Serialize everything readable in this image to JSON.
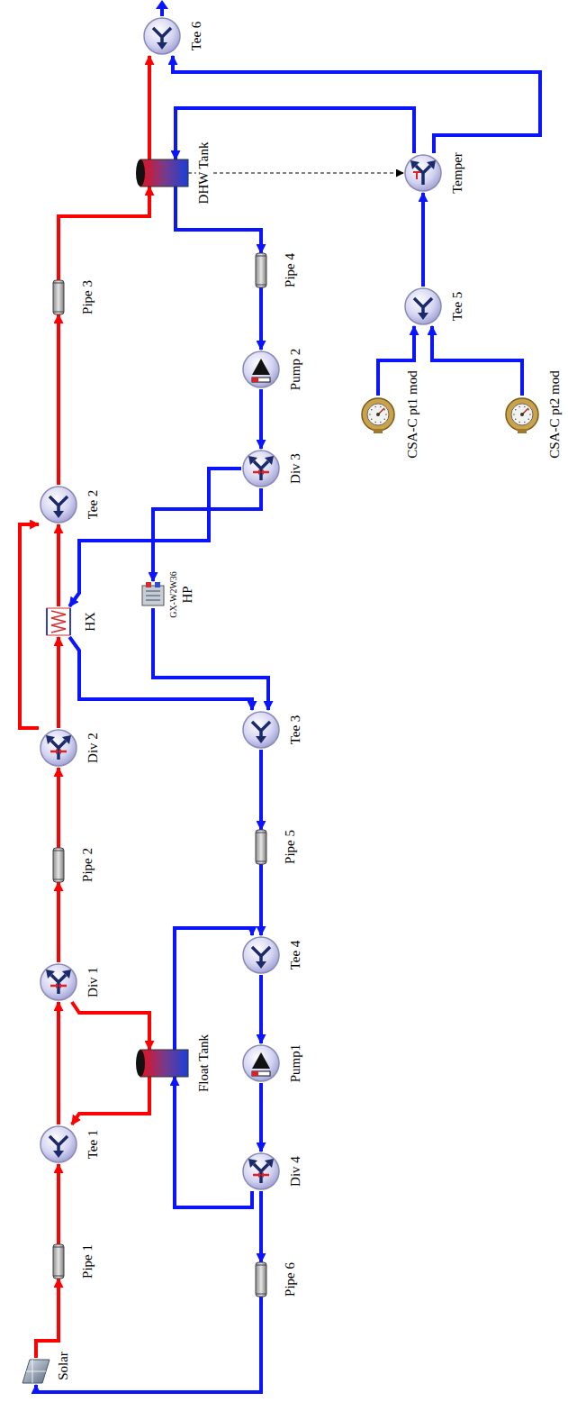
{
  "diagram": {
    "nodes": [
      {
        "text": [
          "Solar"
        ]
      },
      {
        "text": [
          "Pipe 1"
        ]
      },
      {
        "text": [
          "Tee 1"
        ]
      },
      {
        "text": [
          "Div 1"
        ]
      },
      {
        "text": [
          "Float Tank"
        ]
      },
      {
        "text": [
          "Pipe 2"
        ]
      },
      {
        "text": [
          "Div 2"
        ]
      },
      {
        "text": [
          "HX"
        ]
      },
      {
        "text": [
          "Tee 2"
        ]
      },
      {
        "text": [
          "Pipe 3"
        ]
      },
      {
        "text": [
          "DHW Tank"
        ]
      },
      {
        "text": [
          "Tee 6"
        ]
      },
      {
        "text": [
          "Pipe 4"
        ]
      },
      {
        "text": [
          "Pump 2"
        ]
      },
      {
        "text": [
          "Div 3"
        ]
      },
      {
        "text": [
          "GX-W2W36",
          "HP"
        ]
      },
      {
        "text": [
          "Tee 3"
        ]
      },
      {
        "text": [
          "Pipe 5"
        ]
      },
      {
        "text": [
          "Tee 4"
        ]
      },
      {
        "text": [
          "Pump1"
        ]
      },
      {
        "text": [
          "Div 4"
        ]
      },
      {
        "text": [
          "Pipe 6"
        ]
      },
      {
        "text": [
          "Temper"
        ]
      },
      {
        "text": [
          "Tee 5"
        ]
      },
      {
        "text": [
          "CSA-C pt1 mod"
        ]
      },
      {
        "text": [
          "CSA-C pt2 mod"
        ]
      }
    ],
    "edges": [
      {
        "from": 0,
        "to": 1,
        "arrow": "to"
      },
      {
        "from": 1,
        "to": 2,
        "arrow": "to"
      },
      {
        "from": 2,
        "to": 3,
        "arrow": "to"
      },
      {
        "from": 3,
        "to": 4,
        "arrow": "to"
      },
      {
        "from": 4,
        "to": 2,
        "arrow": "to"
      },
      {
        "from": 3,
        "to": 5,
        "arrow": "to"
      },
      {
        "from": 5,
        "to": 6,
        "arrow": "to"
      },
      {
        "from": 6,
        "to": 7,
        "arrow": "to"
      },
      {
        "from": 6,
        "to": 8,
        "arrow": "to"
      },
      {
        "from": 7,
        "to": 8,
        "arrow": "to"
      },
      {
        "from": 8,
        "to": 9,
        "arrow": "to"
      },
      {
        "from": 9,
        "to": 10,
        "arrow": "to"
      },
      {
        "from": 10,
        "to": 11,
        "arrow": "to"
      },
      {
        "from": 10,
        "to": 12,
        "arrow": "to"
      },
      {
        "from": 12,
        "to": 13,
        "arrow": "to"
      },
      {
        "from": 13,
        "to": 14,
        "arrow": "to"
      },
      {
        "from": 14,
        "to": 7,
        "arrow": "to"
      },
      {
        "from": 14,
        "to": 15,
        "arrow": "to"
      },
      {
        "from": 7,
        "to": 16,
        "arrow": "to"
      },
      {
        "from": 15,
        "to": 16,
        "arrow": "to"
      },
      {
        "from": 16,
        "to": 17,
        "arrow": "to"
      },
      {
        "from": 17,
        "to": 18,
        "arrow": "to"
      },
      {
        "from": 18,
        "to": 19,
        "arrow": "to"
      },
      {
        "from": 19,
        "to": 20,
        "arrow": "to"
      },
      {
        "from": 20,
        "to": 4,
        "arrow": "to"
      },
      {
        "from": 4,
        "to": 18,
        "arrow": "to"
      },
      {
        "from": 20,
        "to": 21,
        "arrow": "to"
      },
      {
        "from": 21,
        "to": 0,
        "arrow": "to"
      },
      {
        "from": 24,
        "to": 23,
        "arrow": "to"
      },
      {
        "from": 25,
        "to": 23,
        "arrow": "to"
      },
      {
        "from": 23,
        "to": 22,
        "arrow": "to"
      },
      {
        "from": 22,
        "to": 10,
        "arrow": "to"
      },
      {
        "from": 22,
        "to": 11,
        "arrow": "to"
      },
      {
        "from": 10,
        "to": 22,
        "arrow": "to"
      }
    ]
  }
}
